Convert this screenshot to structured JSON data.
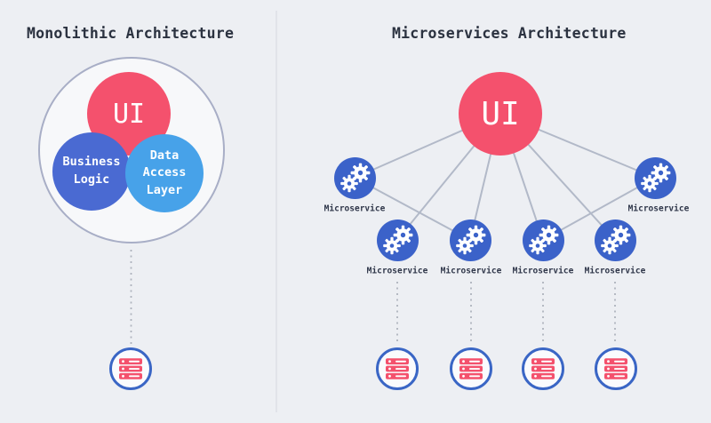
{
  "titles": {
    "left": "Monolithic Architecture",
    "right": "Microservices Architecture"
  },
  "monolith": {
    "ui": "UI",
    "business": "Business Logic",
    "data_access": "Data Access Layer"
  },
  "microservices": {
    "ui": "UI",
    "nodes": [
      {
        "label": "Microservice"
      },
      {
        "label": "Microservice"
      },
      {
        "label": "Microservice"
      },
      {
        "label": "Microservice"
      },
      {
        "label": "Microservice"
      },
      {
        "label": "Microservice"
      }
    ]
  },
  "icons": {
    "node_icon": "gears-icon",
    "storage_icon": "database-icon"
  },
  "colors": {
    "background": "#edeff3",
    "ui_red": "#f4516d",
    "microservice_blue": "#3b62c9",
    "business_logic_blue": "#4a6ad2",
    "data_access_blue": "#47a2e9",
    "database_ring_blue": "#3a66c5",
    "database_server_red": "#f4516d",
    "boundary_ring": "#a8aec6",
    "connector_line": "#b2b9c8",
    "dotted_line": "#aeb3bd",
    "title_text": "#2b3240",
    "label_text": "#30374a"
  }
}
